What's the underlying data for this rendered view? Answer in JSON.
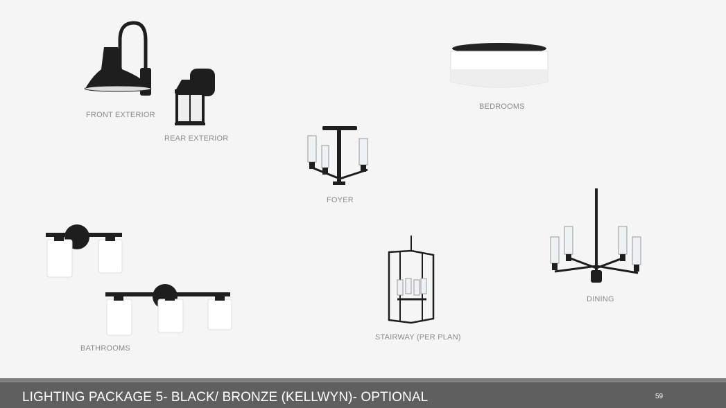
{
  "labels": {
    "front_exterior": "FRONT EXTERIOR",
    "rear_exterior": "REAR EXTERIOR",
    "bedrooms": "BEDROOMS",
    "foyer": "FOYER",
    "bathrooms": "BATHROOMS",
    "stairway": "STAIRWAY (PER PLAN)",
    "dining": "DINING"
  },
  "footer": {
    "title": "LIGHTING PACKAGE 5- BLACK/ BRONZE (KELLWYN)- OPTIONAL",
    "page_number": "59"
  },
  "colors": {
    "fixture": "#1e1e1e",
    "footer": "#5f5f5f",
    "label": "#8a8a8a"
  }
}
